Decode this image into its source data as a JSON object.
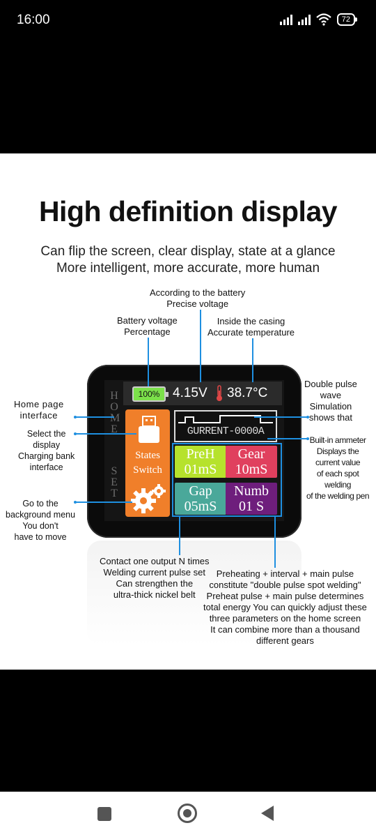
{
  "status_bar": {
    "time": "16:00",
    "battery": "72",
    "icons": [
      "signal-icon",
      "signal-icon",
      "wifi-icon",
      "battery-icon"
    ]
  },
  "ad": {
    "headline": "High definition display",
    "subline1": "Can flip the screen, clear display, state at a glance",
    "subline2": "More intelligent, more accurate, more human",
    "callouts": {
      "voltage_line1": "According to the battery",
      "voltage_line2": "Precise voltage",
      "battery_line1": "Battery voltage",
      "battery_line2": "Percentage",
      "temp_line1": "Inside the casing",
      "temp_line2": "Accurate temperature",
      "wave_line1": "Double pulse",
      "wave_line2": "wave",
      "wave_line3": "Simulation",
      "wave_line4": "shows that",
      "home_line1": "Home page",
      "home_line2": "interface",
      "select_line1": "Select the",
      "select_line2": "display",
      "select_line3": "Charging bank",
      "select_line4": "interface",
      "ammeter_line1": "Built-in ammeter",
      "ammeter_line2": "Displays the",
      "ammeter_line3": "current value",
      "ammeter_line4": "of each spot",
      "ammeter_line5": "welding",
      "ammeter_line6": "of the welding pen",
      "menu_line1": "Go to the",
      "menu_line2": "background menu",
      "menu_line3": "You don't",
      "menu_line4": "have to move",
      "contact_line1": "Contact one output N times",
      "contact_line2": "Welding current pulse set",
      "contact_line3": "Can strengthen the",
      "contact_line4": "ultra-thick nickel belt",
      "pulse_line1": "Preheating + interval + main pulse",
      "pulse_line2": "constitute \"double pulse spot welding\"",
      "pulse_line3": "Preheat pulse + main pulse determines",
      "pulse_line4": "total energy You can quickly adjust these",
      "pulse_line5": "three parameters on the home screen",
      "pulse_line6": "It can combine more than a thousand",
      "pulse_line7": "different gears"
    },
    "device": {
      "battery_pct": "100%",
      "voltage": "4.15V",
      "temperature": "38.7°C",
      "side_home": [
        "H",
        "O",
        "M",
        "E"
      ],
      "side_set": [
        "S",
        "E",
        "T"
      ],
      "states_line1": "States",
      "states_line2": "Switch",
      "current": "GURRENT-0000A",
      "preh_label": "PreH",
      "preh_value": "01mS",
      "gear_label": "Gear",
      "gear_value": "10mS",
      "gap_label": "Gap",
      "gap_value": "05mS",
      "numb_label": "Numb",
      "numb_value": "01 S",
      "colors": {
        "accent_orange": "#f07f2a",
        "preh": "#b6e22c",
        "gear": "#e0405e",
        "gap": "#4aa89a",
        "numb": "#6e1e7c",
        "callout_line": "#1e8fe0"
      }
    }
  },
  "nav_bar": {
    "buttons": [
      "recent-apps-button",
      "home-button",
      "back-button"
    ]
  }
}
